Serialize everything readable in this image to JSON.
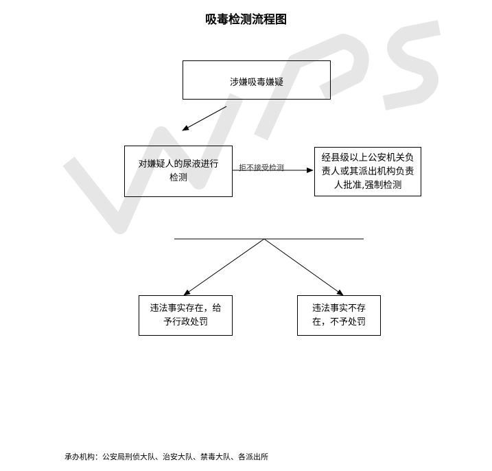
{
  "title": "吸毒检测流程图",
  "watermark": "WPS",
  "nodes": {
    "suspect": "涉嫌吸毒嫌疑",
    "urine_test": "对嫌疑人的尿液进行检测",
    "forced_test": "经县级以上公安机关负责人或其派出机构负责人批准,强制检测",
    "violation": "违法事实存在，给予行政处罚",
    "no_violation": "违法事实不存在，不予处罚"
  },
  "edge_labels": {
    "refuse": "拒不接受检测"
  },
  "footer": "承办机构：公安局刑侦大队、治安大队、禁毒大队、各派出所"
}
